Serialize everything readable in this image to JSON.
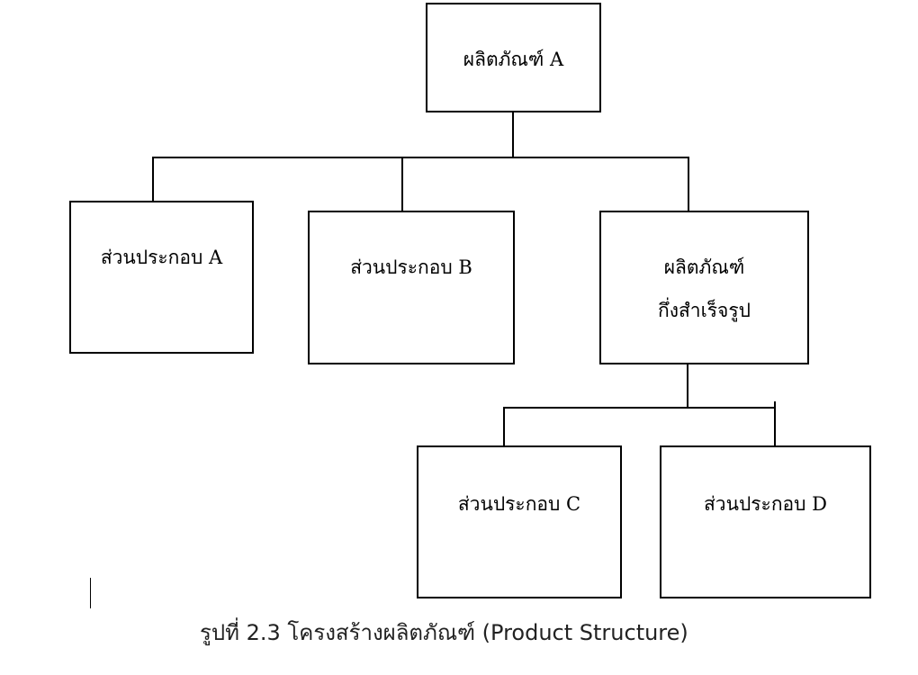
{
  "diagram": {
    "root": {
      "label": "ผลิตภัณฑ์ A"
    },
    "components": [
      {
        "label": "ส่วนประกอบ A"
      },
      {
        "label": "ส่วนประกอบ B"
      },
      {
        "label_line1": "ผลิตภัณฑ์",
        "label_line2": "กึ่งสำเร็จรูป"
      },
      {
        "label": "ส่วนประกอบ C"
      },
      {
        "label": "ส่วนประกอบ D"
      }
    ]
  },
  "caption": "รูปที่ 2.3 โครงสร้างผลิตภัณฑ์ (Product Structure)"
}
